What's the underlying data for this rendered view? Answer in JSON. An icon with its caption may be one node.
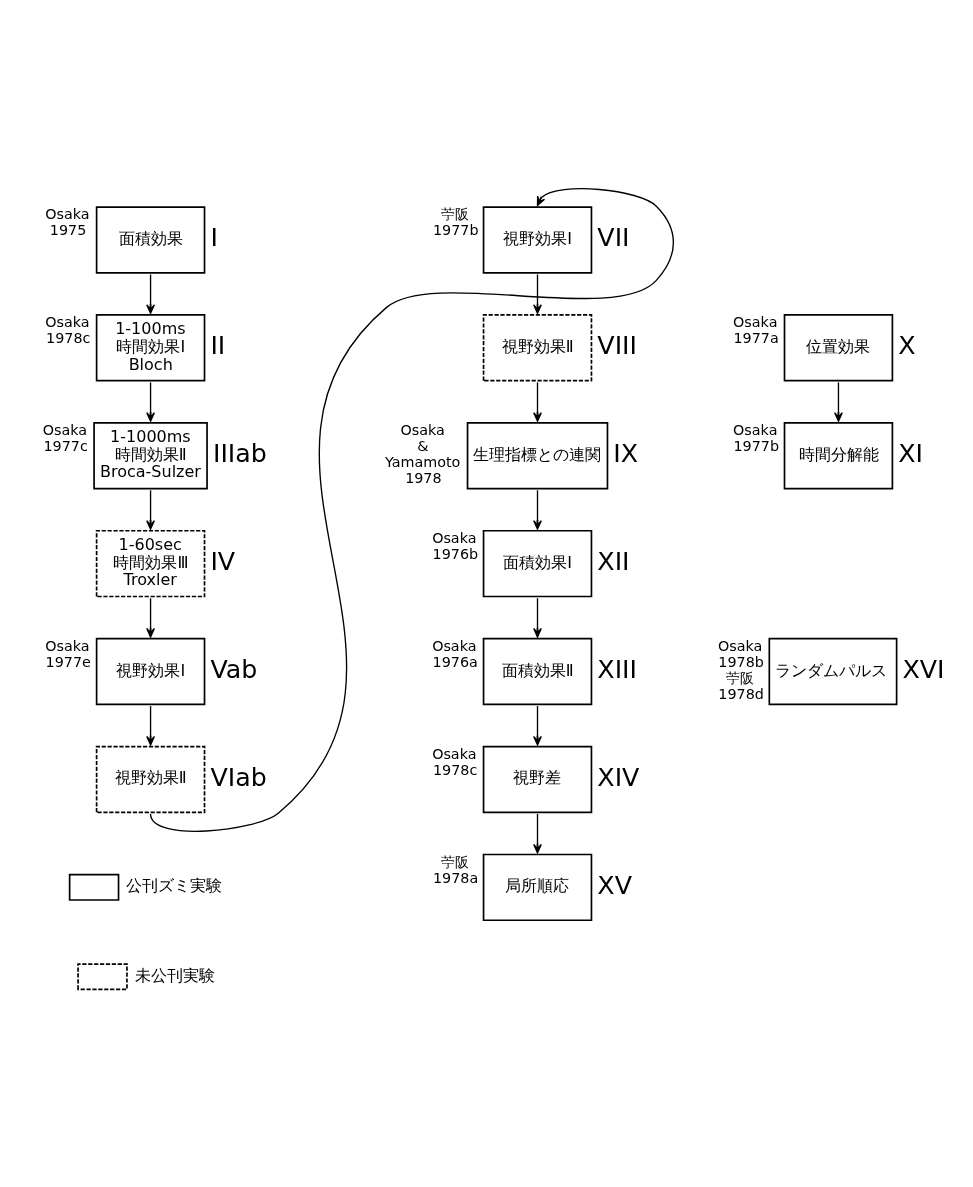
{
  "diagram": {
    "nodes": [
      {
        "text": [
          "面積効果"
        ],
        "beside": [
          "Osaka 1975",
          "I"
        ]
      },
      {
        "text": [
          "1-100ms 時間効果Ⅰ Bloch"
        ],
        "beside": [
          "Osaka 1978c",
          "II"
        ]
      },
      {
        "text": [
          "1-1000ms 時間効果Ⅱ Broca-Sulzer"
        ],
        "beside": [
          "Osaka 1977c",
          "IIIab"
        ]
      },
      {
        "text": [
          "1-60sec 時間効果Ⅲ Troxler"
        ],
        "beside": [
          "IV"
        ]
      },
      {
        "text": [
          "視野効果Ⅰ"
        ],
        "beside": [
          "Osaka 1977e",
          "Vab"
        ]
      },
      {
        "text": [
          "視野効果Ⅱ"
        ],
        "beside": [
          "VIab"
        ]
      },
      {
        "text": [
          "視野効果Ⅰ"
        ],
        "beside": [
          "苧阪 1977b",
          "VII"
        ]
      },
      {
        "text": [
          "視野効果Ⅱ"
        ],
        "beside": [
          "VIII"
        ]
      },
      {
        "text": [
          "生理指標との連関"
        ],
        "beside": [
          "Osaka & Yamamoto 1978",
          "IX"
        ]
      },
      {
        "text": [
          "位置効果"
        ],
        "beside": [
          "Osaka 1977a",
          "X"
        ]
      },
      {
        "text": [
          "時間分解能"
        ],
        "beside": [
          "Osaka 1977b",
          "XI"
        ]
      },
      {
        "text": [
          "面積効果Ⅰ"
        ],
        "beside": [
          "Osaka 1976b",
          "XII"
        ]
      },
      {
        "text": [
          "面積効果Ⅱ"
        ],
        "beside": [
          "Osaka 1976a",
          "XIII"
        ]
      },
      {
        "text": [
          "視野差"
        ],
        "beside": [
          "Osaka 1978c",
          "XIV"
        ]
      },
      {
        "text": [
          "局所順応"
        ],
        "beside": [
          "苧阪 1978a",
          "XV"
        ]
      },
      {
        "text": [
          "ランダムパルス"
        ],
        "beside": [
          "Osaka 1978b 苧阪 1978d",
          "XVI"
        ]
      }
    ],
    "edges": [
      {
        "from": 0,
        "to": 1,
        "arrow": "to"
      },
      {
        "from": 1,
        "to": 2,
        "arrow": "to"
      },
      {
        "from": 2,
        "to": 3,
        "arrow": "to"
      },
      {
        "from": 3,
        "to": 4,
        "arrow": "to"
      },
      {
        "from": 4,
        "to": 5,
        "arrow": "to"
      },
      {
        "from": 5,
        "to": 6,
        "arrow": "to"
      },
      {
        "from": 6,
        "to": 7,
        "arrow": "to"
      },
      {
        "from": 7,
        "to": 8,
        "arrow": "to"
      },
      {
        "from": 8,
        "to": 11,
        "arrow": "to"
      },
      {
        "from": 11,
        "to": 12,
        "arrow": "to"
      },
      {
        "from": 12,
        "to": 13,
        "arrow": "to"
      },
      {
        "from": 13,
        "to": 14,
        "arrow": "to"
      },
      {
        "from": 9,
        "to": 10,
        "arrow": "to"
      }
    ],
    "legend": [
      {
        "text": "公刊ズミ実験"
      },
      {
        "text": "未公刊実験"
      }
    ]
  }
}
